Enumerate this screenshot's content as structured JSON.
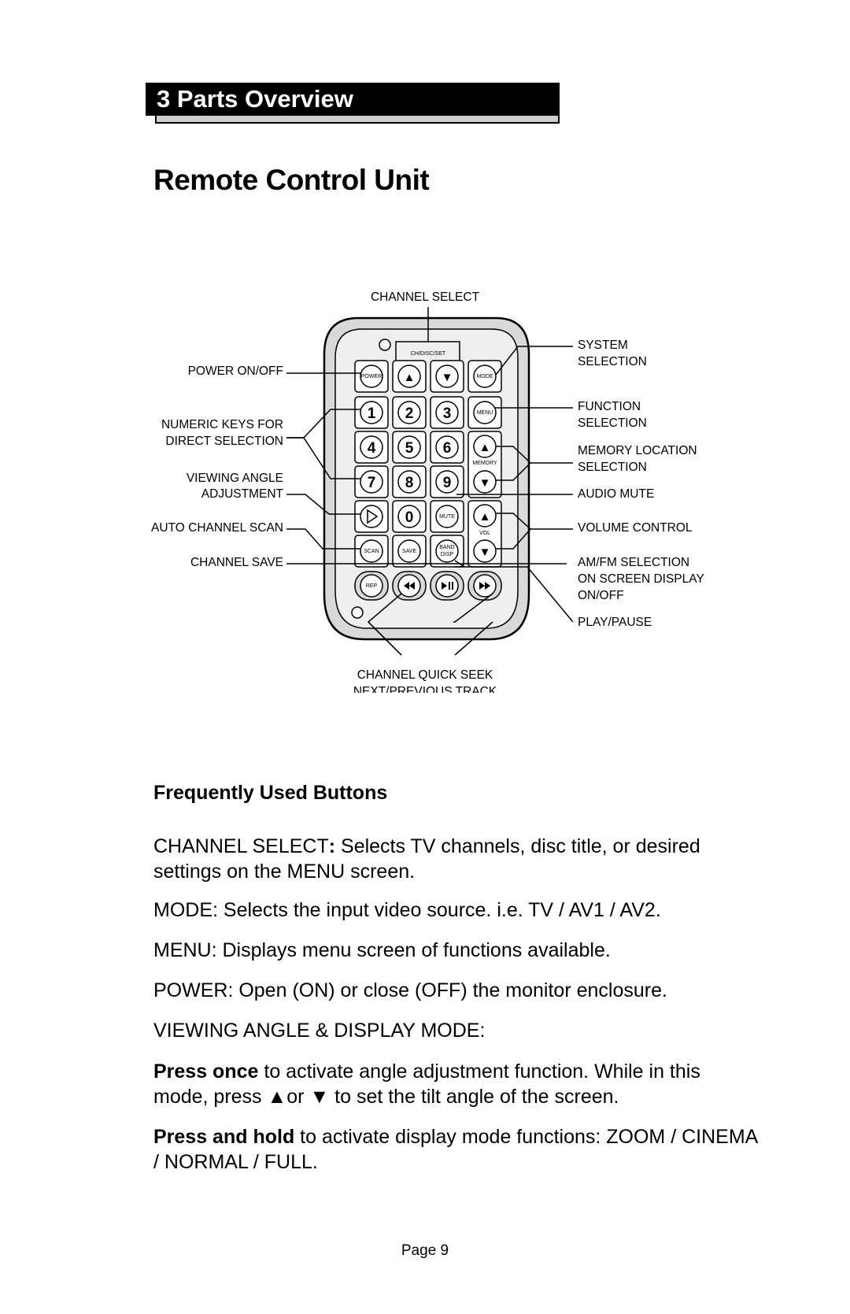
{
  "section": {
    "number_title": "3 Parts Overview"
  },
  "title": "Remote Control Unit",
  "diagram": {
    "labels": {
      "channel_select": "CHANNEL SELECT",
      "power": "POWER ON/OFF",
      "numeric_1": "NUMERIC KEYS FOR",
      "numeric_2": "DIRECT SELECTION",
      "viewing_1": "VIEWING ANGLE",
      "viewing_2": "ADJUSTMENT",
      "auto_scan": "AUTO CHANNEL SCAN",
      "channel_save": "CHANNEL SAVE",
      "system_1": "SYSTEM",
      "system_2": "SELECTION",
      "function_1": "FUNCTION",
      "function_2": "SELECTION",
      "memory_1": "MEMORY LOCATION",
      "memory_2": "SELECTION",
      "audio_mute": "AUDIO MUTE",
      "volume": "VOLUME CONTROL",
      "amfm_1": "AM/FM SELECTION",
      "amfm_2": "ON SCREEN DISPLAY",
      "amfm_3": "ON/OFF",
      "play_pause": "PLAY/PAUSE",
      "quick_seek_1": "CHANNEL QUICK SEEK",
      "quick_seek_2": "NEXT/PREVIOUS TRACK"
    },
    "remote": {
      "bracket_label": "CH/DISC/SET",
      "power": "POWER",
      "mode": "MODE",
      "menu": "MENU",
      "memory": "MEMORY",
      "mute": "MUTE",
      "vol": "VOL",
      "scan": "SCAN",
      "save": "SAVE",
      "band": "BAND",
      "disp": "DISP",
      "rep": "REP",
      "up": "▲",
      "down": "▼",
      "digits": [
        "1",
        "2",
        "3",
        "4",
        "5",
        "6",
        "7",
        "8",
        "9",
        "0"
      ]
    }
  },
  "frequently_used": {
    "heading": "Frequently Used Buttons",
    "channel_select_term": "CHANNEL SELECT",
    "channel_select_colon": ":",
    "channel_select_text": " Selects TV channels, disc title, or desired settings on the MENU screen.",
    "mode": "MODE: Selects the input video source. i.e. TV / AV1 / AV2.",
    "menu": "MENU: Displays menu screen of functions available.",
    "power": "POWER: Open (ON) or close (OFF) the monitor enclosure.",
    "viewing": "VIEWING ANGLE & DISPLAY MODE:",
    "press_once_bold": "Press once",
    "press_once_text_1": " to activate angle adjustment function. While in this mode, press ",
    "up_symbol": "▲",
    "or_text": "or ",
    "down_symbol": "▼",
    "press_once_text_2": "  to set the tilt angle of the screen.",
    "press_hold_bold": "Press and hold",
    "press_hold_text": " to activate display mode functions: ZOOM / CINEMA / NORMAL / FULL."
  },
  "page": "Page 9"
}
